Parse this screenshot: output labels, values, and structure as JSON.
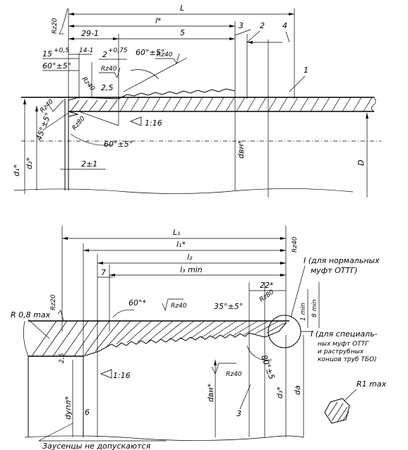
{
  "top_view": {
    "dim_L": "L",
    "dim_l": "l*",
    "dim_29": "29-1",
    "dim_14": "14-1",
    "dim_15": "15",
    "dim_15_tol": "+0,5",
    "dim_2": "2",
    "dim_2_tol": "+0,75",
    "angle_60_top": "60°±5°",
    "angle_60_left": "60°±5°",
    "angle_60_bottom": "60°±5°",
    "angle_45": "45°±5°",
    "taper": "1:16",
    "dim_2pm1": "2±1",
    "d1": "d₁*",
    "d2": "d₂*",
    "dvn": "dвн*",
    "D": "D",
    "rz20": "Rz20",
    "rz40_a": "Rz40",
    "rz40_b": "Rz40",
    "rz40_c": "Rz40",
    "rz40_d": "Rz40",
    "rz80": "Rz80",
    "dim_25": "2,5",
    "callout_1": "1",
    "callout_2": "2",
    "callout_3": "3",
    "callout_4": "4",
    "callout_5": "5"
  },
  "bottom_view": {
    "dim_L1": "L₁",
    "dim_l1": "l₁*",
    "dim_l2": "l₂",
    "dim_l3": "l₃ min",
    "dim_7": "7",
    "dim_22": "22*",
    "r_max": "R 0,8 max",
    "angle_60": "60°*",
    "angle_35": "35°±5°",
    "angle_80": "80°±5",
    "taper": "1:16",
    "rz20": "Rz20",
    "rz40_a": "Rz40",
    "rz40_b": "Rz40",
    "rz40_c": "Rz40",
    "rz80": "Rz80",
    "dim_1min": "1 min",
    "dim_8min": "8 min",
    "d3": "d₃*",
    "da": "dа",
    "dvn": "dвн*",
    "dupl": "dупл*",
    "dim_6": "6",
    "dim_25": "2,5",
    "callout_3": "3",
    "section_I_1": "I (для нормальных",
    "section_I_1b": "муфт ОТТГ)",
    "section_I_2": "I (для специаль-",
    "section_I_2b": "ных муфт ОТТГ",
    "section_I_2c": "и раструбных",
    "section_I_2d": "концов труб ТБО)",
    "r1max": "R1 max",
    "note": "Заусенцы не допускаются"
  }
}
